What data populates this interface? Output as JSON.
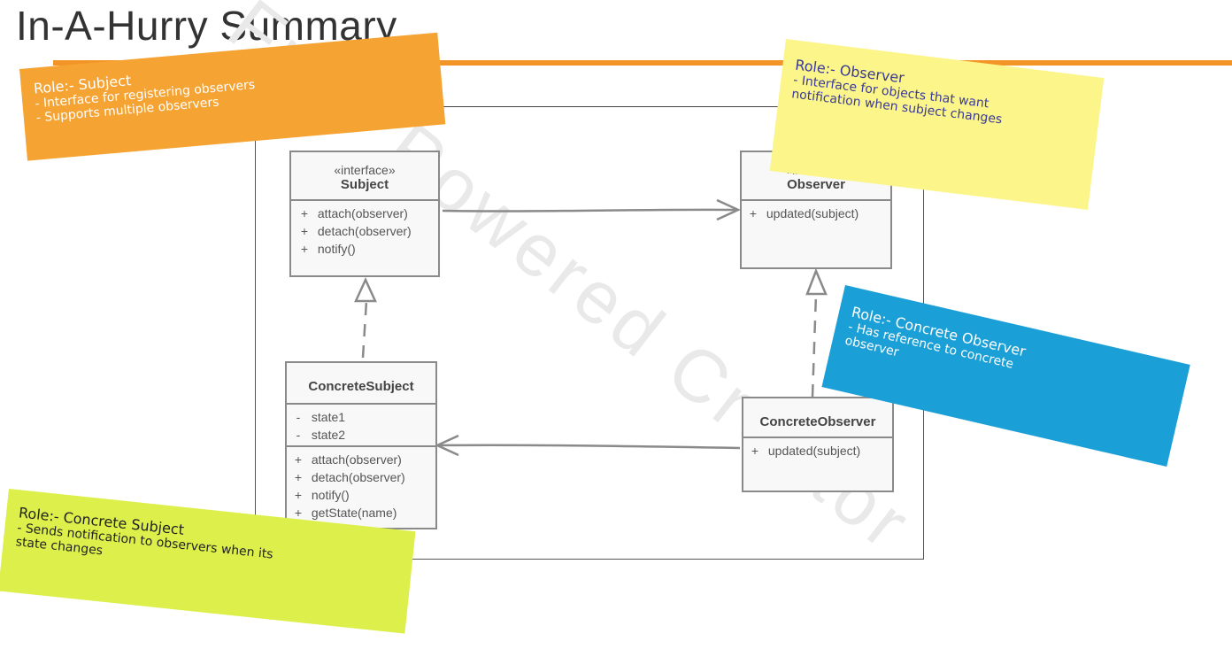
{
  "title": "In-A-Hurry Summary",
  "watermark": "Free Powered Creator",
  "colors": {
    "accent_rule": "#f39427",
    "note_subject": "#f5a333",
    "note_observer": "#fbf58a",
    "note_concrete_observer": "#1a9fd6",
    "note_concrete_subject": "#dcef4a"
  },
  "classes": {
    "subject": {
      "stereotype": "«interface»",
      "name": "Subject",
      "operations": [
        {
          "sym": "+",
          "text": "attach(observer)"
        },
        {
          "sym": "+",
          "text": "detach(observer)"
        },
        {
          "sym": "+",
          "text": "notify()"
        }
      ]
    },
    "observer": {
      "stereotype": "«interface»",
      "name": "Observer",
      "operations": [
        {
          "sym": "+",
          "text": "updated(subject)"
        }
      ]
    },
    "concrete_subject": {
      "name": "ConcreteSubject",
      "attributes": [
        {
          "sym": "-",
          "text": "state1"
        },
        {
          "sym": "-",
          "text": "state2"
        }
      ],
      "operations": [
        {
          "sym": "+",
          "text": "attach(observer)"
        },
        {
          "sym": "+",
          "text": "detach(observer)"
        },
        {
          "sym": "+",
          "text": "notify()"
        },
        {
          "sym": "+",
          "text": "getState(name)"
        }
      ]
    },
    "concrete_observer": {
      "name": "ConcreteObserver",
      "operations": [
        {
          "sym": "+",
          "text": "updated(subject)"
        }
      ]
    }
  },
  "notes": {
    "subject": {
      "title": "Role:- Subject",
      "lines": [
        "-   Interface for registering observers",
        "-   Supports multiple observers"
      ]
    },
    "observer": {
      "title": "Role:- Observer",
      "lines": [
        "- Interface for objects that want",
        "notification when subject changes"
      ]
    },
    "concrete_observer": {
      "title": "Role:- Concrete Observer",
      "lines": [
        "-    Has reference to concrete",
        "observer"
      ]
    },
    "concrete_subject": {
      "title": "Role:- Concrete Subject",
      "lines": [
        "-    Sends notification to observers when its",
        "state changes"
      ]
    }
  }
}
